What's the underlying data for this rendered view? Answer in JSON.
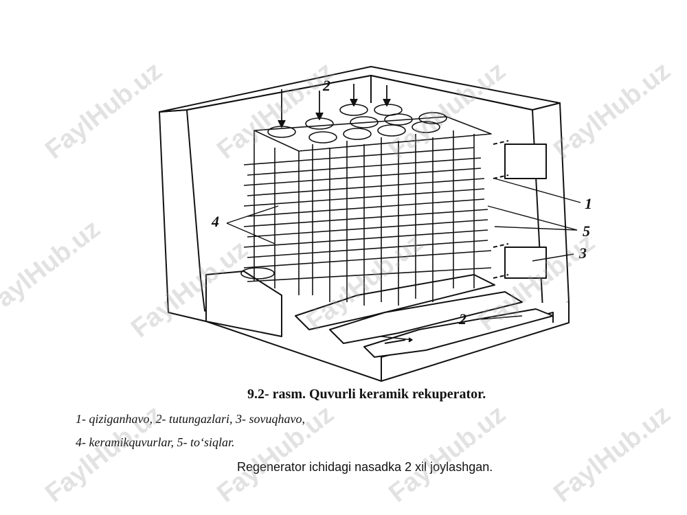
{
  "figure": {
    "labels": {
      "n1": "1",
      "n2_top": "2",
      "n2_bottom": "2",
      "n3": "3",
      "n4": "4",
      "n5": "5"
    }
  },
  "caption": {
    "title": "9.2- rasm. Quvurli keramik rekuperator.",
    "legend_line1": "1- qiziganhavo,  2- tutungazlari,  3- sovuqhavo,",
    "legend_line2": "4- keramikquvurlar,  5- to‘siqlar."
  },
  "body_text": "Regenerator ichidagi nasadka 2 xil joylashgan.",
  "watermark_text": "FaylHub.uz"
}
